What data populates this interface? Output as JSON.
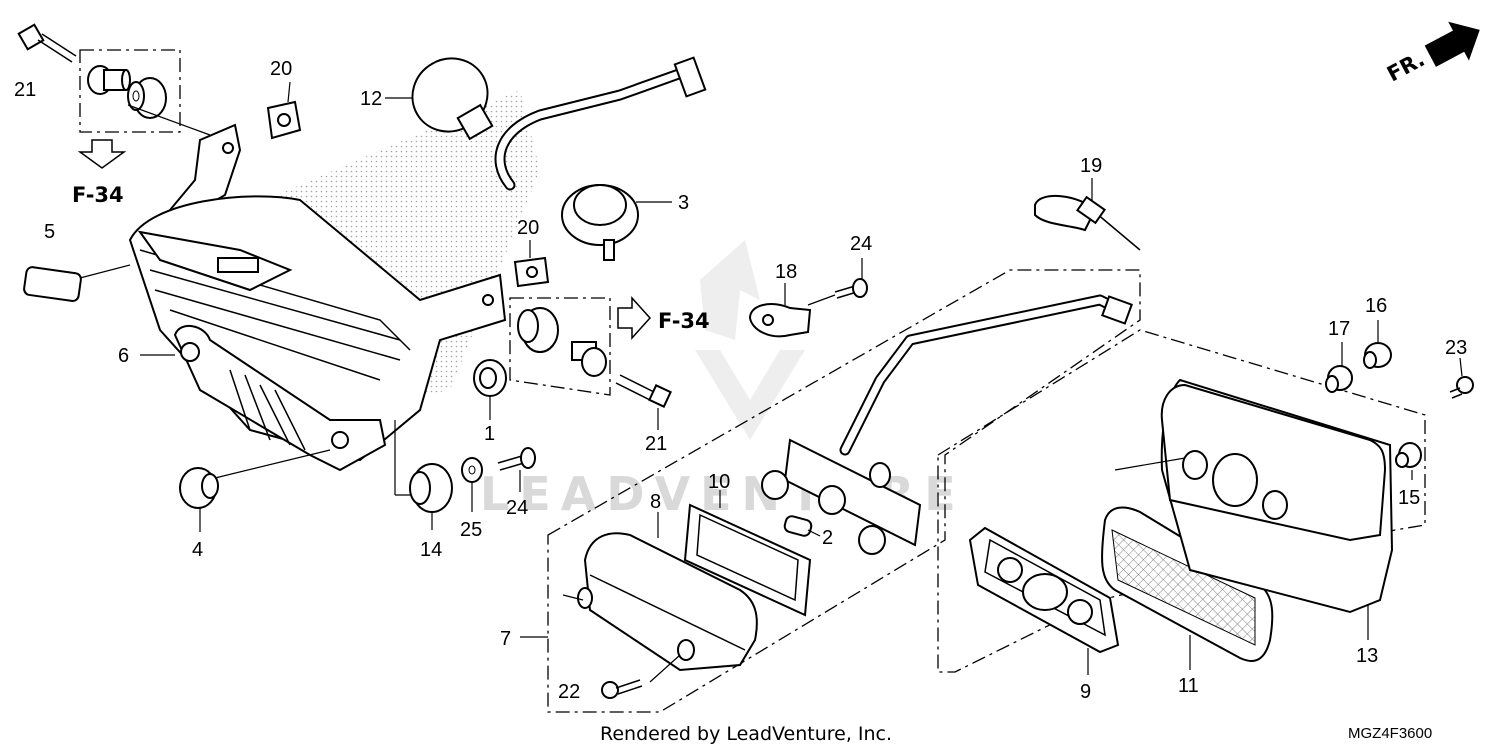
{
  "watermark": "LEADVENTURE",
  "direction": {
    "label": "FR.",
    "icon": "front-arrow-icon"
  },
  "references": [
    {
      "id": "ref-top",
      "label": "F-34"
    },
    {
      "id": "ref-mid",
      "label": "F-34"
    }
  ],
  "callouts": [
    "1",
    "2",
    "3",
    "4",
    "5",
    "6",
    "7",
    "8",
    "9",
    "10",
    "11",
    "12",
    "13",
    "14",
    "15",
    "16",
    "17",
    "18",
    "19",
    "20",
    "20",
    "21",
    "21",
    "22",
    "23",
    "24",
    "24",
    "25"
  ],
  "footer": {
    "credit": "Rendered by LeadVenture, Inc.",
    "diagram_code": "MGZ4F3600"
  }
}
